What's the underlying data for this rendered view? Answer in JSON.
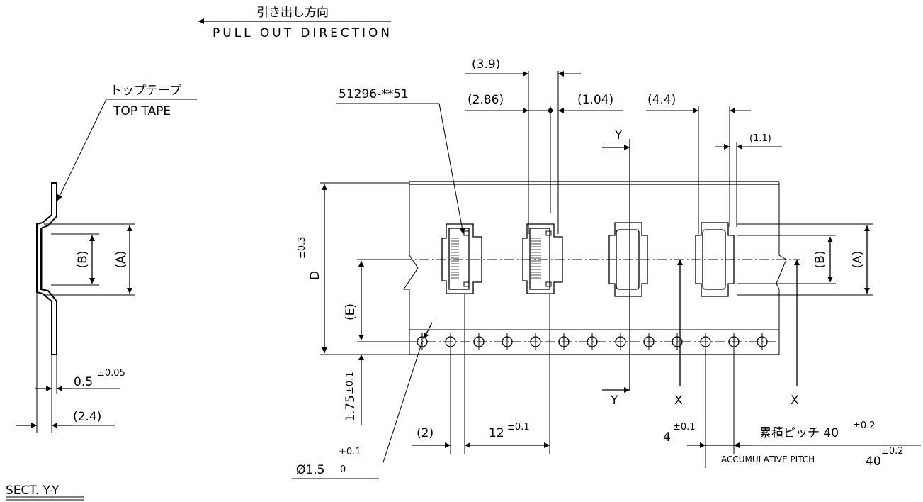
{
  "header": {
    "pull_out_jp": "引き出し方向",
    "pull_out_en": "PULL OUT DIRECTION"
  },
  "section_view": {
    "top_tape_jp": "トップテープ",
    "top_tape_en": "TOP TAPE",
    "dim_a": "(A)",
    "dim_b": "(B)",
    "thickness": "0.5",
    "thickness_tol": "±0.05",
    "depth": "(2.4)",
    "title": "SECT. Y-Y"
  },
  "main_view": {
    "part_number": "51296-**51",
    "dim_3_9": "(3.9)",
    "dim_2_86": "(2.86)",
    "dim_1_04": "(1.04)",
    "dim_4_4": "(4.4)",
    "dim_1_1": "(1.1)",
    "label_y": "Y",
    "label_x": "X",
    "dim_d": "D",
    "dim_d_tol": "±0.3",
    "dim_e": "(E)",
    "dim_a": "(A)",
    "dim_b": "(B)",
    "dim_1_75": "1.75",
    "dim_1_75_tol": "±0.1",
    "dim_2": "(2)",
    "pitch": "12",
    "pitch_tol": "±0.1",
    "hole_pitch": "4",
    "hole_pitch_tol": "±0.1",
    "hole_dia": "Ø1.5",
    "hole_dia_tol_plus": "+0.1",
    "hole_dia_tol_minus": "0",
    "accum_jp": "累積ピッチ 40",
    "accum_jp_tol": "±0.2",
    "accum_en": "ACCUMULATIVE PITCH",
    "accum_en_val": "40",
    "accum_en_tol": "±0.2"
  }
}
